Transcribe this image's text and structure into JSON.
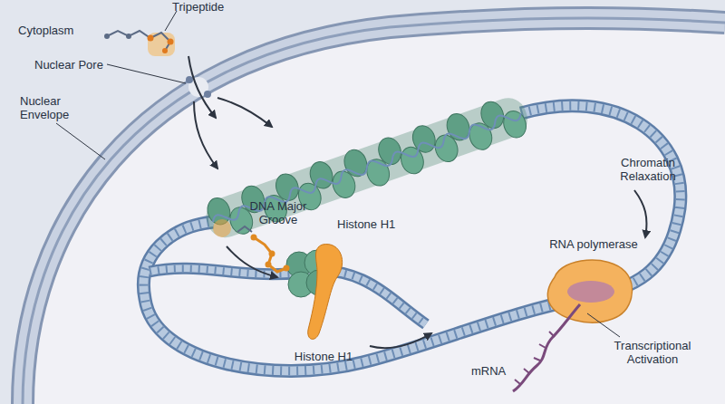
{
  "diagram": {
    "labels": [
      "Tripeptide",
      "Cytoplasm",
      "Nuclear Pore",
      "Nuclear Envelope",
      "Chromatin Relaxation",
      "DNA Major Groove",
      "Histone H1",
      "RNA polymerase",
      "Histone H1",
      "mRNA",
      "Transcriptional Activation"
    ]
  }
}
